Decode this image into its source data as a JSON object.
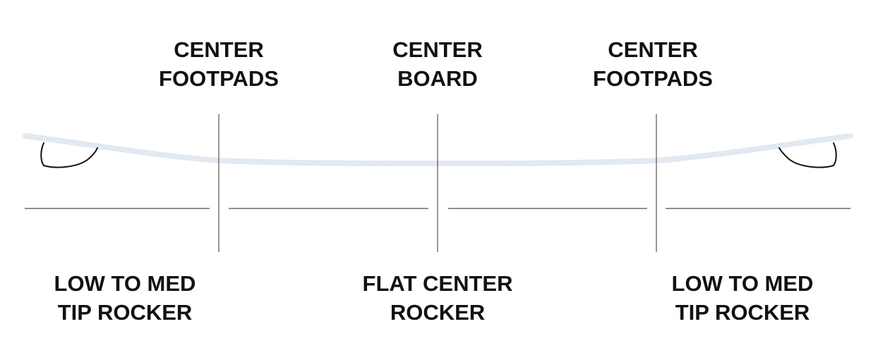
{
  "top_labels": [
    {
      "line1": "CENTER",
      "line2": "FOOTPADS"
    },
    {
      "line1": "CENTER",
      "line2": "BOARD"
    },
    {
      "line1": "CENTER",
      "line2": "FOOTPADS"
    }
  ],
  "bottom_labels": [
    {
      "line1": "LOW TO MED",
      "line2": "TIP ROCKER"
    },
    {
      "line1": "FLAT CENTER",
      "line2": "ROCKER"
    },
    {
      "line1": "LOW TO MED",
      "line2": "TIP ROCKER"
    }
  ],
  "colors": {
    "board_profile": "#e3e9f0",
    "lines": "#222222",
    "text": "#111111"
  }
}
